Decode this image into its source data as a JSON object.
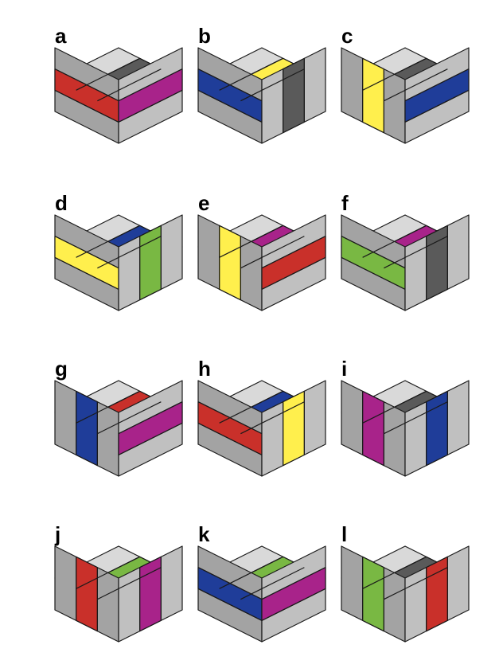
{
  "colors": {
    "top_gray": "#d9d9d9",
    "left_gray": "#a3a3a3",
    "right_gray": "#c0c0c0",
    "outline": "#1a1a1a",
    "black": "#5a5a5a",
    "red": "#c9302a",
    "magenta": "#a8238a",
    "blue": "#1f3d99",
    "yellow": "#ffef4d",
    "green": "#79b843"
  },
  "cubes": [
    {
      "label": "a",
      "top": "black",
      "left": {
        "dir": "h",
        "color": "red"
      },
      "right": {
        "dir": "h",
        "color": "magenta"
      }
    },
    {
      "label": "b",
      "top": "yellow",
      "left": {
        "dir": "h",
        "color": "blue"
      },
      "right": {
        "dir": "v",
        "color": "black"
      }
    },
    {
      "label": "c",
      "top": "black",
      "left": {
        "dir": "v",
        "color": "yellow"
      },
      "right": {
        "dir": "h",
        "color": "blue"
      }
    },
    {
      "label": "d",
      "top": "blue",
      "left": {
        "dir": "h",
        "color": "yellow"
      },
      "right": {
        "dir": "v",
        "color": "green"
      }
    },
    {
      "label": "e",
      "top": "magenta",
      "left": {
        "dir": "v",
        "color": "yellow"
      },
      "right": {
        "dir": "h",
        "color": "red"
      }
    },
    {
      "label": "f",
      "top": "magenta",
      "left": {
        "dir": "h",
        "color": "green"
      },
      "right": {
        "dir": "v",
        "color": "black"
      }
    },
    {
      "label": "g",
      "top": "red",
      "left": {
        "dir": "v",
        "color": "blue"
      },
      "right": {
        "dir": "h",
        "color": "magenta"
      }
    },
    {
      "label": "h",
      "top": "blue",
      "left": {
        "dir": "h",
        "color": "red"
      },
      "right": {
        "dir": "v",
        "color": "yellow"
      }
    },
    {
      "label": "i",
      "top": "black",
      "left": {
        "dir": "v",
        "color": "magenta"
      },
      "right": {
        "dir": "v",
        "color": "blue"
      }
    },
    {
      "label": "j",
      "top": "green",
      "left": {
        "dir": "v",
        "color": "red"
      },
      "right": {
        "dir": "v",
        "color": "magenta"
      }
    },
    {
      "label": "k",
      "top": "green",
      "left": {
        "dir": "h",
        "color": "blue"
      },
      "right": {
        "dir": "h",
        "color": "magenta"
      }
    },
    {
      "label": "l",
      "top": "black",
      "left": {
        "dir": "v",
        "color": "green"
      },
      "right": {
        "dir": "v",
        "color": "red"
      }
    }
  ]
}
